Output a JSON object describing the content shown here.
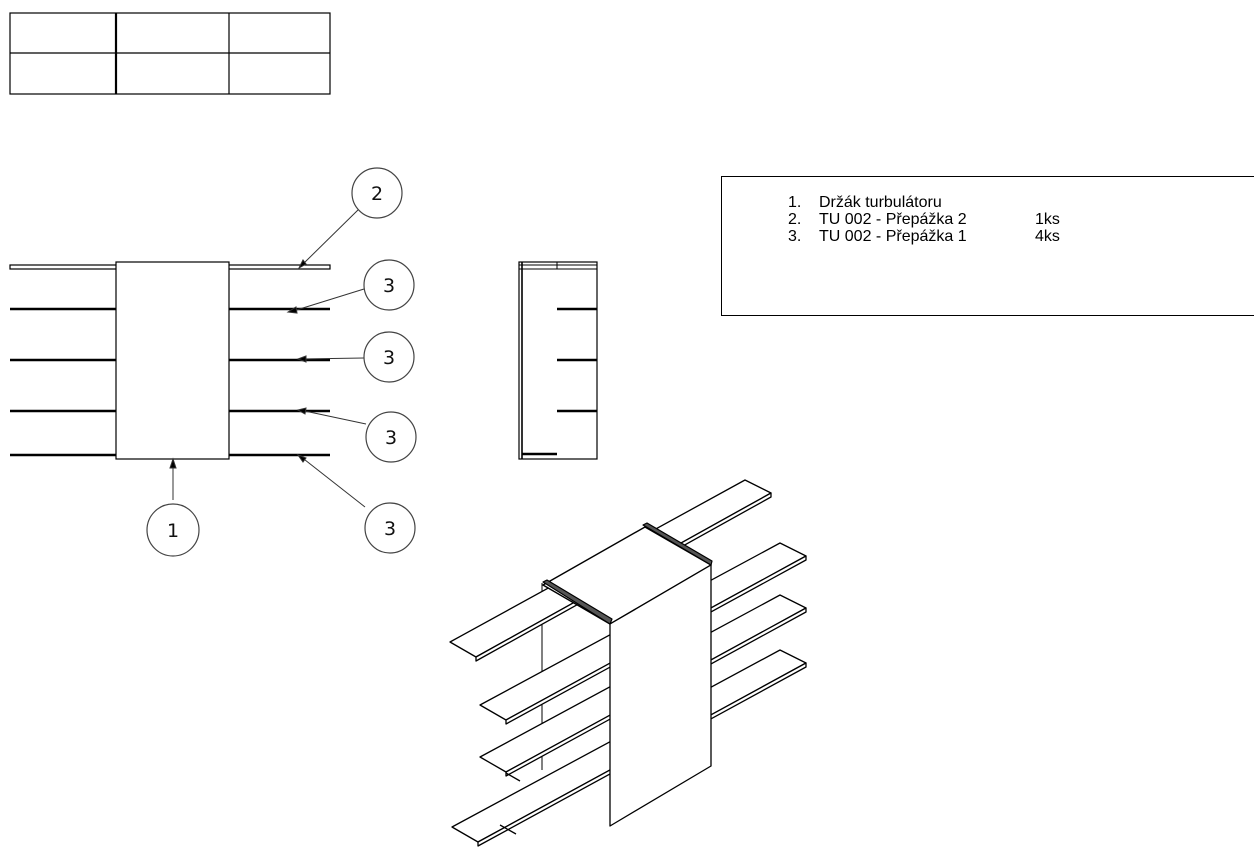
{
  "callouts": [
    {
      "id": "c2",
      "label": "2"
    },
    {
      "id": "c3a",
      "label": "3"
    },
    {
      "id": "c3b",
      "label": "3"
    },
    {
      "id": "c3c",
      "label": "3"
    },
    {
      "id": "c1",
      "label": "1"
    },
    {
      "id": "c3d",
      "label": "3"
    }
  ],
  "parts_list": [
    {
      "number": "1.",
      "name": "Držák turbulátoru",
      "quantity": ""
    },
    {
      "number": "2.",
      "name": "TU 002 - Přepážka 2",
      "quantity": "1ks"
    },
    {
      "number": "3.",
      "name": "TU 002 - Přepážka 1",
      "quantity": "4ks"
    }
  ]
}
